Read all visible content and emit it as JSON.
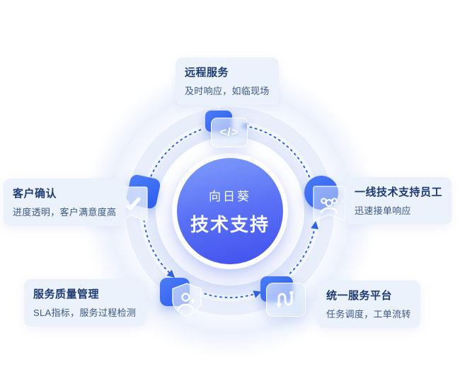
{
  "diagram": {
    "type": "cycle",
    "direction": "counterclockwise",
    "center": {
      "brand": "向日葵",
      "title": "技术支持"
    },
    "nodes": {
      "remote": {
        "title": "远程服务",
        "subtitle": "及时响应，如临现场",
        "icon": "code-icon"
      },
      "customer": {
        "title": "客户确认",
        "subtitle": "进度透明，客户满意度高",
        "icon": "check-icon"
      },
      "staff": {
        "title": "一线技术支持员工",
        "subtitle": "迅速接单响应",
        "icon": "team-icon"
      },
      "quality": {
        "title": "服务质量管理",
        "subtitle": "SLA指标，服务过程检测",
        "icon": "person-shield-icon"
      },
      "platform": {
        "title": "统一服务平台",
        "subtitle": "任务调度，工单流转",
        "icon": "workflow-icon"
      }
    },
    "flow_order": [
      "远程服务",
      "客户确认",
      "服务质量管理",
      "统一服务平台",
      "一线技术支持员工"
    ],
    "icons": {
      "code_glyph": "</>"
    },
    "colors": {
      "arrow": "#2e63e0",
      "card_bg": "#ecf2fb",
      "title": "#1d3b72",
      "subtitle": "#3a5786",
      "icon_blue": "#3c6df2",
      "track": "#e9eefb",
      "center_gradient_top": "#809efc",
      "center_gradient_bottom": "#4150ee"
    }
  }
}
